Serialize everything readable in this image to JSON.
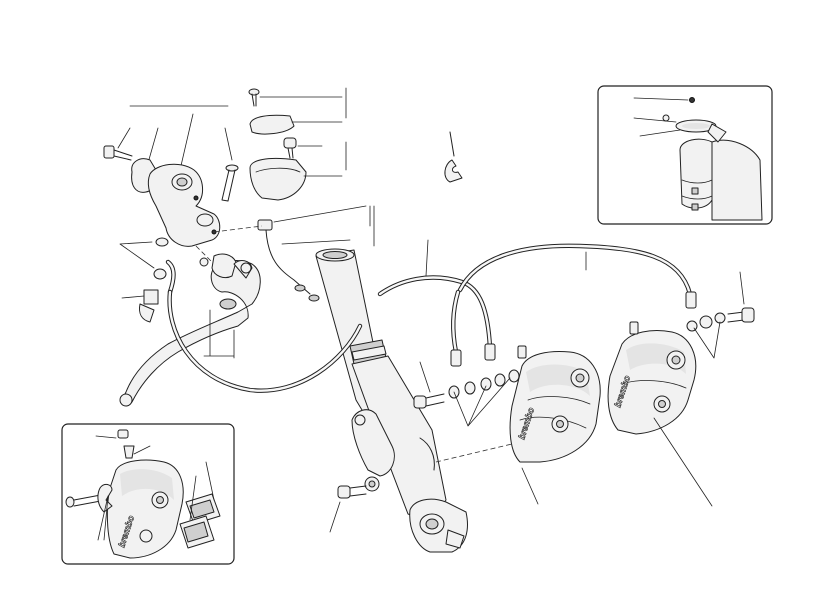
{
  "diagram": {
    "caliper_brand_marks": [
      "brembo",
      "brembo",
      "brembo"
    ]
  },
  "colors": {
    "line": "#222222",
    "part_fill": "#f2f2f2",
    "part_shade": "#cfcfcf",
    "background": "#ffffff"
  }
}
